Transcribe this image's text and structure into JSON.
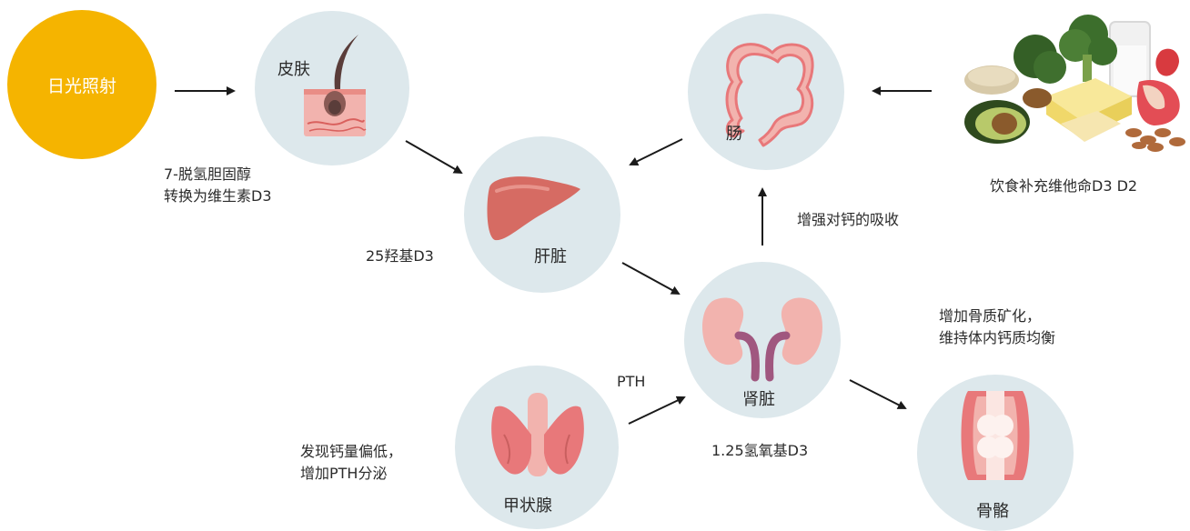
{
  "nodes": {
    "sunlight": "日光照射",
    "skin": "皮肤",
    "liver": "肝脏",
    "intestine": "肠",
    "kidney": "肾脏",
    "thyroid": "甲状腺",
    "bone": "骨骼"
  },
  "notes": {
    "skin_line1": "7-脱氢胆固醇",
    "skin_line2": "转换为维生素D3",
    "liver_product": "25羟基D3",
    "intestine_effect": "增强对钙的吸收",
    "diet": "饮食补充维他命D3 D2",
    "bone_line1": "增加骨质矿化，",
    "bone_line2": "维持体内钙质均衡",
    "pth": "PTH",
    "kidney_product": "1.25氢氧基D3",
    "thyroid_line1": "发现钙量偏低，",
    "thyroid_line2": "增加PTH分泌"
  },
  "colors": {
    "sun": "#f5b400",
    "node_bg": "#dde8ec",
    "organ_pink": "#e8787a",
    "organ_light": "#f2b3ae",
    "kidney_vessel": "#a0577f",
    "arrow": "#1a1a1a"
  }
}
